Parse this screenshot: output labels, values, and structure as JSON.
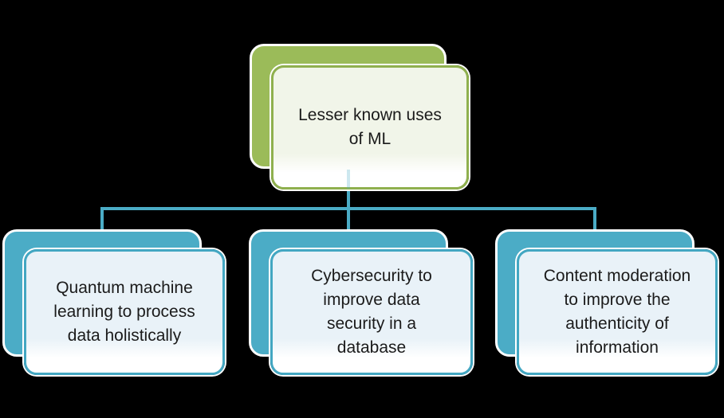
{
  "theme": {
    "background": "#000000",
    "green": "#9BBB59",
    "green-border": "#8FB04E",
    "green-fill-top": "#F1F5E9",
    "teal": "#4BACC6",
    "teal-border": "#43A7C2",
    "teal-fill-top": "#E9F2F8",
    "connector": "#4BACC6",
    "text": "#1B1B1B",
    "card-white": "#FFFFFF"
  },
  "diagram": {
    "type": "hierarchy",
    "root": {
      "label": "Lesser known uses of ML",
      "lines": [
        "Lesser known uses",
        "of ML"
      ]
    },
    "children": [
      {
        "label": "Quantum machine learning to process data holistically",
        "lines": [
          "Quantum machine",
          "learning to process",
          "data holistically"
        ]
      },
      {
        "label": "Cybersecurity to improve data security in a database",
        "lines": [
          "Cybersecurity to",
          "improve data",
          "security in a",
          "database"
        ]
      },
      {
        "label": "Content moderation to improve the authenticity of information",
        "lines": [
          "Content moderation",
          "to improve the",
          "authenticity of",
          "information"
        ]
      }
    ]
  }
}
